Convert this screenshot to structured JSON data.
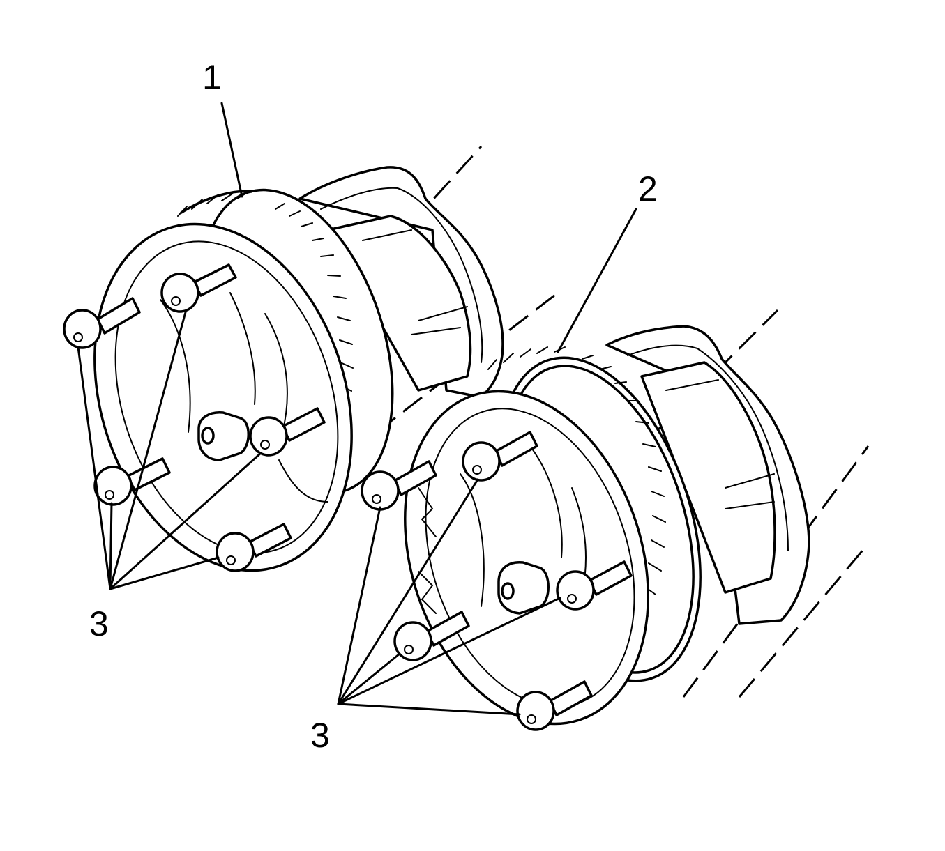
{
  "callouts": {
    "item1": "1",
    "item2": "2",
    "item3_left": "3",
    "item3_right": "3"
  }
}
